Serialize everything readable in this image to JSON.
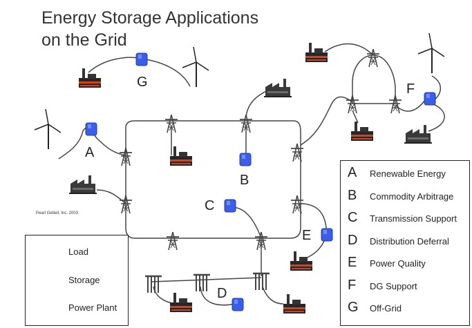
{
  "title_line1": "Energy Storage Applications",
  "title_line2": "on the Grid",
  "credit": "Pearl Gettell, Inc. 2003",
  "site_labels": {
    "a": "A",
    "b": "B",
    "c": "C",
    "d": "D",
    "e": "E",
    "f": "F",
    "g": "G"
  },
  "applications": [
    {
      "letter": "A",
      "name": "Renewable Energy"
    },
    {
      "letter": "B",
      "name": "Commodity Arbitrage"
    },
    {
      "letter": "C",
      "name": "Transmission Support"
    },
    {
      "letter": "D",
      "name": "Distribution Deferral"
    },
    {
      "letter": "E",
      "name": "Power Quality"
    },
    {
      "letter": "F",
      "name": "DG Support"
    },
    {
      "letter": "G",
      "name": "Off-Grid"
    }
  ],
  "symbol_legend": [
    {
      "name": "Load",
      "icon": "load-icon"
    },
    {
      "name": "Storage",
      "icon": "storage-icon"
    },
    {
      "name": "Power Plant",
      "icon": "power-plant-icon"
    }
  ],
  "colors": {
    "storage": "#3a5ee8",
    "load_body": "#262626",
    "load_stripe": "#d2421e",
    "plant": "#3a3a3a",
    "line": "#444444"
  }
}
